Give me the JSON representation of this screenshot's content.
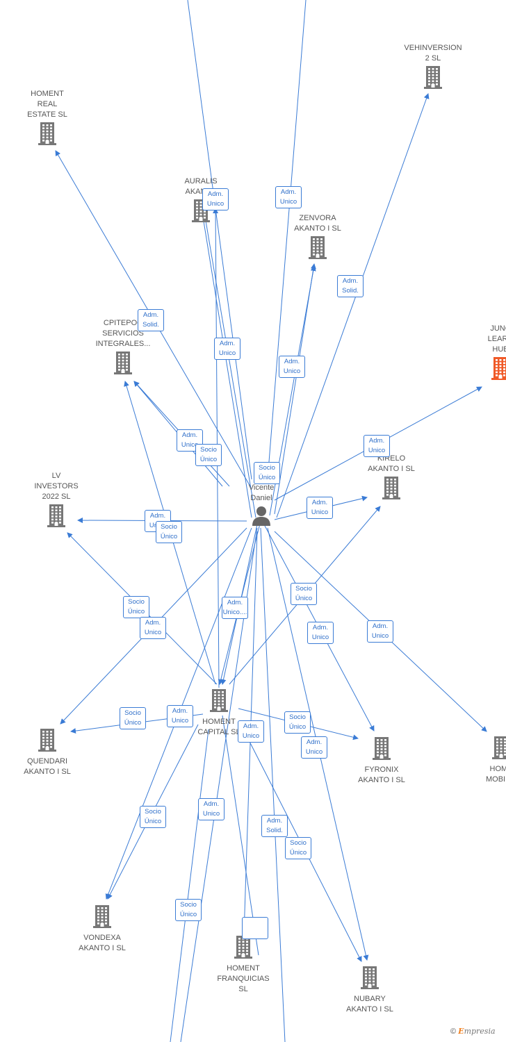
{
  "accent_color": "#3a7bd5",
  "highlight_color": "#f05a28",
  "icon_color": "#777777",
  "person": {
    "label": "Le\nVicente\nDaniel",
    "icon": "person-icon"
  },
  "companies": [
    {
      "id": "vehinversion",
      "label": "VEHINVERSION\n2  SL",
      "icon": "building-icon"
    },
    {
      "id": "homent-real-estate",
      "label": "HOMENT\nREAL\nESTATE  SL",
      "icon": "building-icon"
    },
    {
      "id": "auralis",
      "label": "AURALIS\nAKANTO",
      "icon": "building-icon"
    },
    {
      "id": "zenvora",
      "label": "ZENVORA\nAKANTO I  SL",
      "icon": "building-icon"
    },
    {
      "id": "cpitepoc",
      "label": "CPITEPOC\nSERVICIOS\nINTEGRALES...",
      "icon": "building-icon"
    },
    {
      "id": "junc",
      "label": "JUNC\nLEARN\nHUB",
      "icon": "building-icon",
      "highlight": true
    },
    {
      "id": "kirelo",
      "label": "KIRELO\nAKANTO I  SL",
      "icon": "building-icon"
    },
    {
      "id": "lv-investors",
      "label": "LV\nINVESTORS\n2022  SL",
      "icon": "building-icon"
    },
    {
      "id": "homent-capital",
      "label": "HOMENT\nCAPITAL  SL",
      "icon": "building-icon"
    },
    {
      "id": "quendari",
      "label": "QUENDARI\nAKANTO I  SL",
      "icon": "building-icon"
    },
    {
      "id": "fyronix",
      "label": "FYRONIX\nAKANTO I  SL",
      "icon": "building-icon"
    },
    {
      "id": "homent-mobility",
      "label": "HOME\nMOBILIT",
      "icon": "building-icon"
    },
    {
      "id": "vondexa",
      "label": "VONDEXA\nAKANTO I  SL",
      "icon": "building-icon"
    },
    {
      "id": "homent-franquicias",
      "label": "HOMENT\nFRANQUICIAS\nSL",
      "icon": "building-icon"
    },
    {
      "id": "nubary",
      "label": "NUBARY\nAKANTO I  SL",
      "icon": "building-icon"
    }
  ],
  "roles": [
    "Adm.\nUnico",
    "Adm.\nUnico",
    "Adm.\nSolid.",
    "Adm.\nSolid.",
    "Adm.\nUnico",
    "Adm.\nUnico",
    "Adm.\nUnico",
    "Socio\nÚnico",
    "Socio\nÚnico",
    "Adm.\nUnico",
    "Adm.\nUnico",
    "Adm.\nUnico",
    "Socio\nÚnico",
    "Socio\nÚnico",
    "Adm.\nUnico",
    "Adm.\nUnico....",
    "Socio\nÚnico",
    "Adm.\nUnico",
    "Adm.\nUnico",
    "Socio\nÚnico",
    "Adm.\nUnico",
    "Adm.\nUnico",
    "Socio\nÚnico",
    "Adm.\nUnico",
    "Adm.\nSolid.",
    "Socio\nÚnico",
    "Socio\nÚnico",
    "Socio\nÚnico",
    "Adm.\nUnico"
  ],
  "copyright": {
    "symbol": "©",
    "brand_initial": "E",
    "brand_rest": "mpresia"
  }
}
